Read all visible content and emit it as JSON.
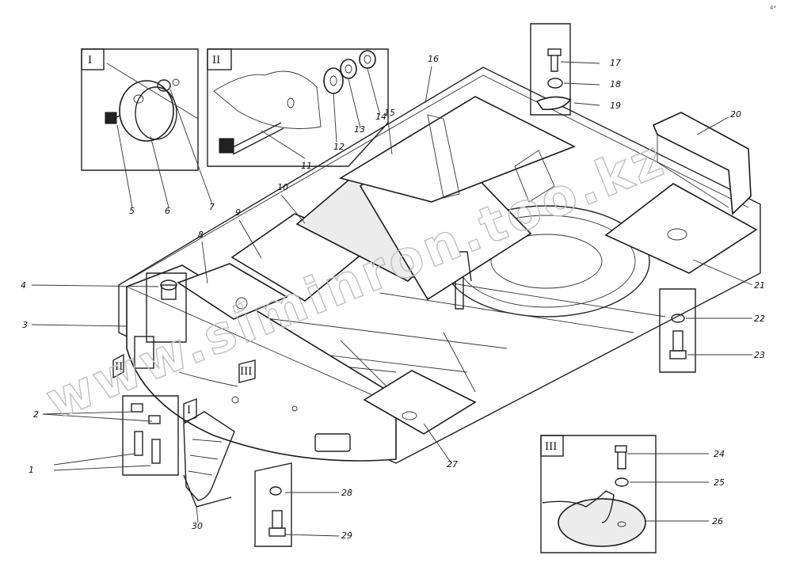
{
  "corner_mark": "4*",
  "insets": [
    {
      "id": "I",
      "label": "I"
    },
    {
      "id": "II",
      "label": "II"
    },
    {
      "id": "III",
      "label": "III"
    }
  ],
  "callouts": [
    {
      "id": "I",
      "label": "I"
    },
    {
      "id": "II",
      "label": "II"
    },
    {
      "id": "III",
      "label": "III"
    }
  ],
  "parts": [
    "1",
    "2",
    "3",
    "4",
    "5",
    "6",
    "7",
    "8",
    "9",
    "10",
    "11",
    "12",
    "13",
    "14",
    "15",
    "16",
    "17",
    "18",
    "19",
    "20",
    "21",
    "22",
    "23",
    "24",
    "25",
    "26",
    "27",
    "28",
    "29",
    "30"
  ],
  "watermark": "www.siminron.too.kz"
}
